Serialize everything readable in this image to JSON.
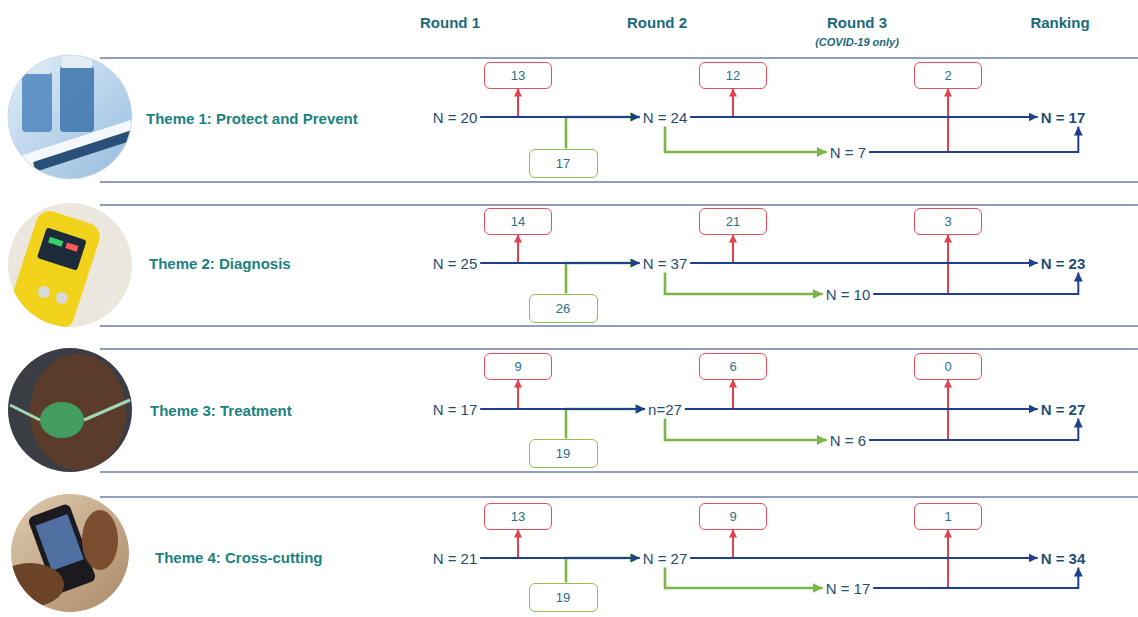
{
  "diagram": {
    "nodes": [
      {
        "text": [
          "N = 20"
        ]
      },
      {
        "text": [
          "13"
        ]
      },
      {
        "text": [
          "17"
        ]
      },
      {
        "text": [
          "N = 24"
        ]
      },
      {
        "text": [
          "12"
        ]
      },
      {
        "text": [
          "N = 7"
        ]
      },
      {
        "text": [
          "2"
        ]
      },
      {
        "text": [
          "N = 17"
        ]
      },
      {
        "text": [
          "N = 25"
        ]
      },
      {
        "text": [
          "14"
        ]
      },
      {
        "text": [
          "26"
        ]
      },
      {
        "text": [
          "N = 37"
        ]
      },
      {
        "text": [
          "21"
        ]
      },
      {
        "text": [
          "N = 10"
        ]
      },
      {
        "text": [
          "3"
        ]
      },
      {
        "text": [
          "N = 23"
        ]
      },
      {
        "text": [
          "N = 17"
        ]
      },
      {
        "text": [
          "9"
        ]
      },
      {
        "text": [
          "19"
        ]
      },
      {
        "text": [
          "n=27"
        ]
      },
      {
        "text": [
          "6"
        ]
      },
      {
        "text": [
          "N = 6"
        ]
      },
      {
        "text": [
          "0"
        ]
      },
      {
        "text": [
          "N = 27"
        ]
      },
      {
        "text": [
          "N = 21"
        ]
      },
      {
        "text": [
          "13"
        ]
      },
      {
        "text": [
          "19"
        ]
      },
      {
        "text": [
          "N = 27"
        ]
      },
      {
        "text": [
          "9"
        ]
      },
      {
        "text": [
          "N = 17"
        ]
      },
      {
        "text": [
          "1"
        ]
      },
      {
        "text": [
          "N = 34"
        ]
      }
    ],
    "edges": [
      {
        "from": 0,
        "to": 3,
        "arrow": "to"
      },
      {
        "from": 0,
        "to": 1,
        "arrow": "to"
      },
      {
        "from": 2,
        "to": 3,
        "arrow": "to"
      },
      {
        "from": 3,
        "to": 7,
        "arrow": "to"
      },
      {
        "from": 3,
        "to": 4,
        "arrow": "to"
      },
      {
        "from": 3,
        "to": 5,
        "arrow": "to"
      },
      {
        "from": 5,
        "to": 7,
        "arrow": "to"
      },
      {
        "from": 5,
        "to": 6,
        "arrow": "to"
      },
      {
        "from": 8,
        "to": 11,
        "arrow": "to"
      },
      {
        "from": 8,
        "to": 9,
        "arrow": "to"
      },
      {
        "from": 10,
        "to": 11,
        "arrow": "to"
      },
      {
        "from": 11,
        "to": 15,
        "arrow": "to"
      },
      {
        "from": 11,
        "to": 12,
        "arrow": "to"
      },
      {
        "from": 11,
        "to": 13,
        "arrow": "to"
      },
      {
        "from": 13,
        "to": 15,
        "arrow": "to"
      },
      {
        "from": 13,
        "to": 14,
        "arrow": "to"
      },
      {
        "from": 16,
        "to": 19,
        "arrow": "to"
      },
      {
        "from": 16,
        "to": 17,
        "arrow": "to"
      },
      {
        "from": 18,
        "to": 19,
        "arrow": "to"
      },
      {
        "from": 19,
        "to": 23,
        "arrow": "to"
      },
      {
        "from": 19,
        "to": 20,
        "arrow": "to"
      },
      {
        "from": 19,
        "to": 21,
        "arrow": "to"
      },
      {
        "from": 21,
        "to": 23,
        "arrow": "to"
      },
      {
        "from": 21,
        "to": 22,
        "arrow": "to"
      },
      {
        "from": 24,
        "to": 27,
        "arrow": "to"
      },
      {
        "from": 24,
        "to": 25,
        "arrow": "to"
      },
      {
        "from": 26,
        "to": 27,
        "arrow": "to"
      },
      {
        "from": 27,
        "to": 31,
        "arrow": "to"
      },
      {
        "from": 27,
        "to": 28,
        "arrow": "to"
      },
      {
        "from": 27,
        "to": 29,
        "arrow": "to"
      },
      {
        "from": 29,
        "to": 31,
        "arrow": "to"
      },
      {
        "from": 29,
        "to": 30,
        "arrow": "to"
      }
    ],
    "labels": [
      "Round 1",
      "Round 2",
      "Round 3",
      "(COVID-19 only)",
      "Ranking",
      "Theme 1: Protect and Prevent",
      "Theme 2: Diagnosis",
      "Theme 3: Treatment",
      "Theme 4: Cross-cutting"
    ]
  }
}
